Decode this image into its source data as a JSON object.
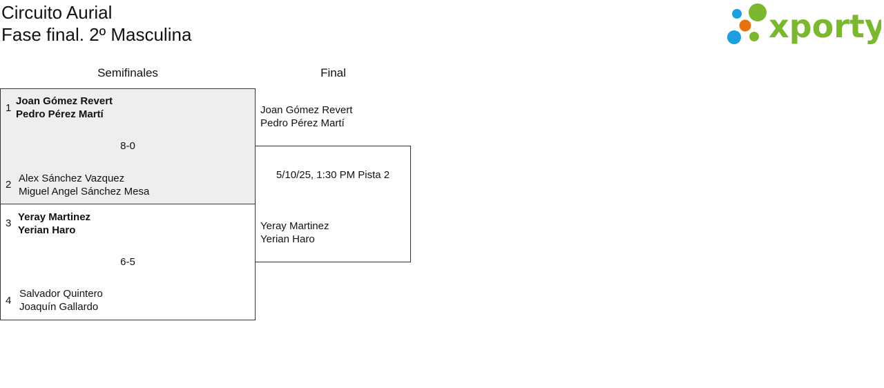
{
  "header": {
    "title_line1": "Circuito Aurial",
    "title_line2": "Fase final. 2º Masculina",
    "logo_text": "xporty"
  },
  "colors": {
    "brand_green": "#7cb82f",
    "blue": "#1a9fe0",
    "orange": "#e8700f",
    "played_bg": "#eeeeee"
  },
  "rounds": [
    {
      "label": "Semifinales"
    },
    {
      "label": "Final"
    }
  ],
  "semifinals": [
    {
      "score": "8-0",
      "teams": [
        {
          "seed": "1",
          "players": [
            "Joan Gómez Revert",
            "Pedro Pérez Martí"
          ],
          "winner": true
        },
        {
          "seed": "2",
          "players": [
            "Alex Sánchez Vazquez",
            "Miguel Angel Sánchez Mesa"
          ],
          "winner": false
        }
      ]
    },
    {
      "score": "6-5",
      "teams": [
        {
          "seed": "3",
          "players": [
            "Yeray Martinez",
            "Yerian Haro"
          ],
          "winner": true
        },
        {
          "seed": "4",
          "players": [
            "Salvador Quintero",
            "Joaquín Gallardo"
          ],
          "winner": false
        }
      ]
    }
  ],
  "final": {
    "schedule": "5/10/25, 1:30 PM Pista 2",
    "teams": [
      {
        "players": [
          "Joan Gómez Revert",
          "Pedro Pérez Martí"
        ]
      },
      {
        "players": [
          "Yeray Martinez",
          "Yerian Haro"
        ]
      }
    ]
  }
}
